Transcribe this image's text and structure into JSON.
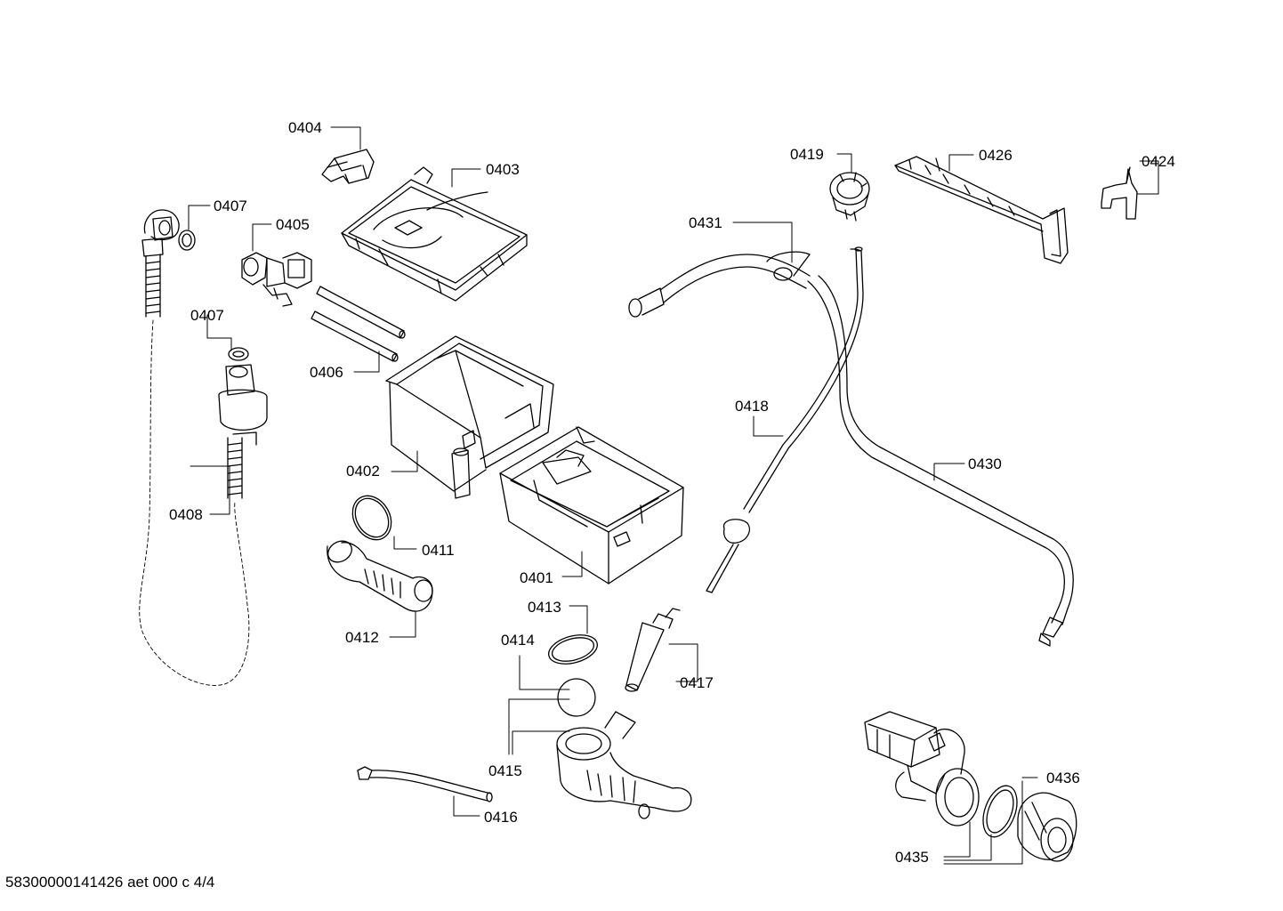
{
  "diagram": {
    "footer": "58300000141426 aet 000 c 4/4",
    "parts": {
      "p0404": "0404",
      "p0403": "0403",
      "p0407a": "0407",
      "p0405": "0405",
      "p0407b": "0407",
      "p0406": "0406",
      "p0402": "0402",
      "p0408": "0408",
      "p0411": "0411",
      "p0401": "0401",
      "p0412": "0412",
      "p0413": "0413",
      "p0414": "0414",
      "p0417": "0417",
      "p0415": "0415",
      "p0416": "0416",
      "p0419": "0419",
      "p0426": "0426",
      "p0424": "0424",
      "p0431": "0431",
      "p0418": "0418",
      "p0430": "0430",
      "p0436": "0436",
      "p0435": "0435"
    }
  }
}
